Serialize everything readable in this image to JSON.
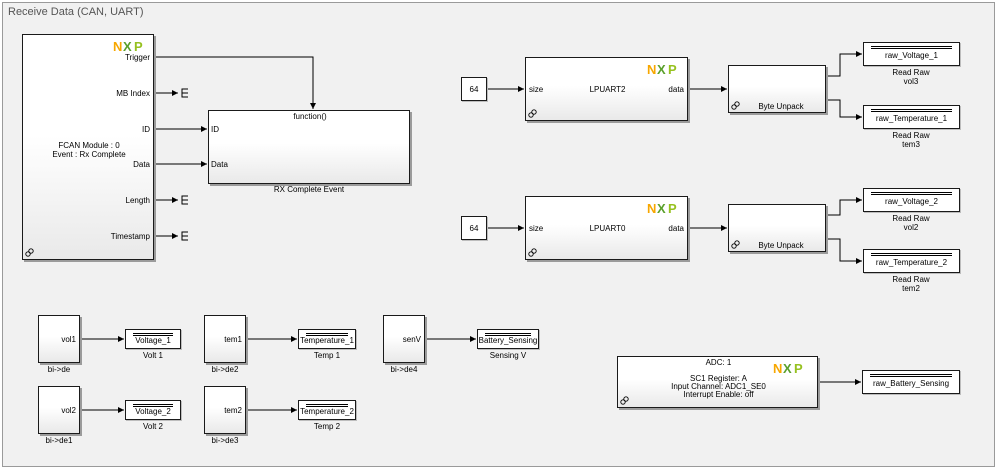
{
  "subsystem": {
    "title": "Receive Data (CAN, UART)"
  },
  "fcan": {
    "module_line": "FCAN Module : 0",
    "event_line": "Event : Rx Complete",
    "ports": [
      "Trigger",
      "MB Index",
      "ID",
      "Data",
      "Length",
      "Timestamp"
    ]
  },
  "rx_event": {
    "port_label": "function()",
    "inputs": [
      "ID",
      "Data"
    ],
    "name": "RX Complete Event"
  },
  "uart2": {
    "constant": "64",
    "name": "LPUART2",
    "in_port": "size",
    "out_port": "data",
    "unpack": "Byte Unpack",
    "goto_top": "raw_Voltage_1",
    "goto_bottom": "raw_Temperature_1",
    "name_top": [
      "Read Raw",
      "vol3"
    ],
    "name_bottom": [
      "Read Raw",
      "tem3"
    ]
  },
  "uart0": {
    "constant": "64",
    "name": "LPUART0",
    "in_port": "size",
    "out_port": "data",
    "unpack": "Byte Unpack",
    "goto_top": "raw_Voltage_2",
    "goto_bottom": "raw_Temperature_2",
    "name_top": [
      "Read Raw",
      "vol2"
    ],
    "name_bottom": [
      "Read Raw",
      "tem2"
    ]
  },
  "adc": {
    "lines": [
      "ADC: 1",
      "SC1 Register: A",
      "Input Channel: ADC1_SE0",
      "Interrupt Enable: off"
    ],
    "goto": "raw_Battery_Sensing"
  },
  "conversions": [
    {
      "port": "vol1",
      "name": "bi->de",
      "goto": "Voltage_1",
      "goto_name": "Volt 1"
    },
    {
      "port": "vol2",
      "name": "bi->de1",
      "goto": "Voltage_2",
      "goto_name": "Volt 2"
    },
    {
      "port": "tem1",
      "name": "bi->de2",
      "goto": "Temperature_1",
      "goto_name": "Temp 1"
    },
    {
      "port": "tem2",
      "name": "bi->de3",
      "goto": "Temperature_2",
      "goto_name": "Temp 2"
    },
    {
      "port": "senV",
      "name": "bi->de4",
      "goto": "Battery_Sensing",
      "goto_name": "Sensing V"
    }
  ],
  "colors": {
    "nxp_n": "#f7a700",
    "nxp_x1": "#5aa02c",
    "nxp_x2": "#2d78c8",
    "nxp_p": "#96c11f"
  },
  "icons": {
    "library_link": "link-icon",
    "terminator": "terminator-icon",
    "logo": "nxp-logo"
  }
}
